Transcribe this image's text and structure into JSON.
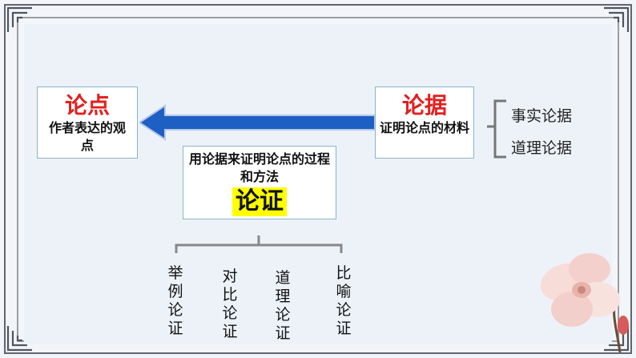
{
  "left_box": {
    "title": "论点",
    "desc": "作者表达的观点"
  },
  "right_box": {
    "title": "论据",
    "desc": "证明论点的材料"
  },
  "middle_box": {
    "desc": "用论据来证明论点的过程和方法",
    "title": "论证"
  },
  "evidence_types": [
    "事实论据",
    "道理论据"
  ],
  "argument_methods": [
    "举例论证",
    "对比论证",
    "道理论证",
    "比喻论证"
  ],
  "colors": {
    "accent_red": "#e31f1f",
    "arrow_blue": "#1e5fc4",
    "highlight": "#ffff00",
    "border": "#8ab3c9"
  }
}
